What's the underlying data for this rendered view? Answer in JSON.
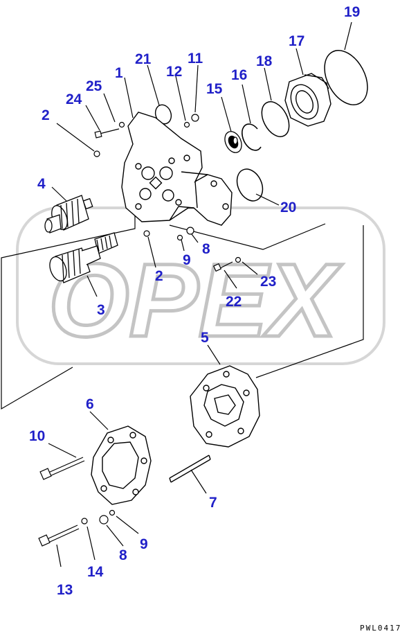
{
  "drawing": {
    "code": "PWL0417",
    "watermark_text": "OPEX",
    "callout_color": "#2020c8",
    "line_color": "#000000",
    "watermark_color": "#c4c4c4"
  },
  "callouts": [
    {
      "id": "c1",
      "text": "1"
    },
    {
      "id": "c2a",
      "text": "2"
    },
    {
      "id": "c2b",
      "text": "2"
    },
    {
      "id": "c3",
      "text": "3"
    },
    {
      "id": "c4",
      "text": "4"
    },
    {
      "id": "c5",
      "text": "5"
    },
    {
      "id": "c6",
      "text": "6"
    },
    {
      "id": "c7",
      "text": "7"
    },
    {
      "id": "c8a",
      "text": "8"
    },
    {
      "id": "c8b",
      "text": "8"
    },
    {
      "id": "c9a",
      "text": "9"
    },
    {
      "id": "c9b",
      "text": "9"
    },
    {
      "id": "c10",
      "text": "10"
    },
    {
      "id": "c11",
      "text": "11"
    },
    {
      "id": "c12",
      "text": "12"
    },
    {
      "id": "c13",
      "text": "13"
    },
    {
      "id": "c14",
      "text": "14"
    },
    {
      "id": "c15",
      "text": "15"
    },
    {
      "id": "c16",
      "text": "16"
    },
    {
      "id": "c17",
      "text": "17"
    },
    {
      "id": "c18",
      "text": "18"
    },
    {
      "id": "c19",
      "text": "19"
    },
    {
      "id": "c20",
      "text": "20"
    },
    {
      "id": "c21",
      "text": "21"
    },
    {
      "id": "c22",
      "text": "22"
    },
    {
      "id": "c23",
      "text": "23"
    },
    {
      "id": "c24",
      "text": "24"
    },
    {
      "id": "c25",
      "text": "25"
    }
  ]
}
